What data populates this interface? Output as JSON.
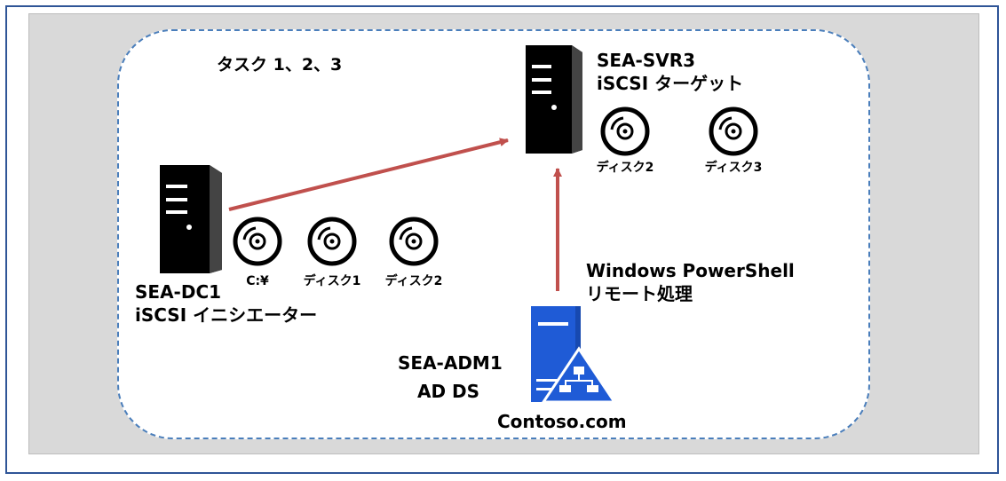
{
  "task_label": "タスク 1、2、3",
  "nodes": {
    "sea_svr3": {
      "name": "SEA-SVR3",
      "role": "iSCSI ターゲット",
      "disks": [
        "ディスク2",
        "ディスク3"
      ]
    },
    "sea_dc1": {
      "name": "SEA-DC1",
      "role": "iSCSI イニシエーター",
      "disks": [
        "C:¥",
        "ディスク1",
        "ディスク2"
      ]
    },
    "sea_adm1": {
      "name": "SEA-ADM1",
      "role": "AD DS",
      "domain": "Contoso.com"
    }
  },
  "edges": {
    "remote_label": [
      "Windows PowerShell",
      "リモート処理"
    ]
  },
  "colors": {
    "outer_border": "#2f5597",
    "gray_fill": "#d9d9d9",
    "dashed_border": "#4a7ebb",
    "arrow": "#c0504d",
    "server_blue": "#1f5bd6",
    "dark": "#000000"
  },
  "icons": {
    "server": "server-tower-icon",
    "disk": "disk-icon",
    "domain_controller": "domain-controller-icon"
  }
}
